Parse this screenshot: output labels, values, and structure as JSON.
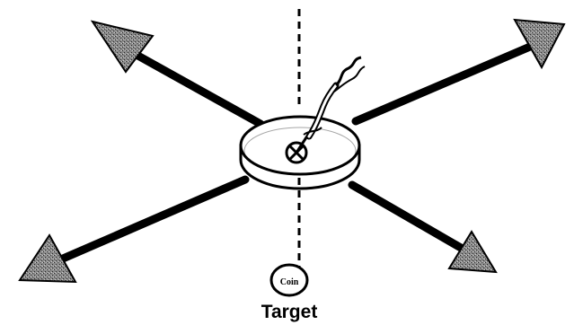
{
  "target_label": "Target",
  "coin_label": "Coin",
  "colors": {
    "ink": "#000000",
    "arrow_fill": "#6a6a6a",
    "arrow_shade": "#3a3a3a",
    "disc_fill": "#ffffff",
    "background": "#ffffff"
  },
  "arrows": [
    {
      "direction": "upper-left"
    },
    {
      "direction": "upper-right"
    },
    {
      "direction": "lower-left"
    },
    {
      "direction": "lower-right"
    }
  ],
  "icons": [
    "crosshair-icon",
    "coil-cable-icon"
  ]
}
